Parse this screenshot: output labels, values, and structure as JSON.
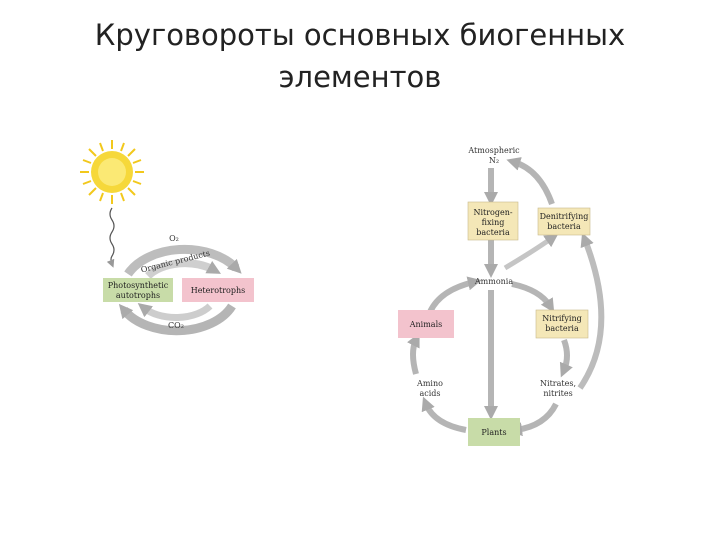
{
  "slide": {
    "title_line1": "Круговороты основных биогенных",
    "title_line2": "элементов"
  },
  "carbon_cycle": {
    "o2": "O₂",
    "organic_products": "Organic products",
    "co2": "CO₂",
    "photosynthetic_line1": "Photosynthetic",
    "photosynthetic_line2": "autotrophs",
    "heterotrophs": "Heterotrophs",
    "colors": {
      "autotroph_box": "#c8dca8",
      "heterotroph_box": "#f3c3cd",
      "arrow": "#b9b9b9",
      "sun": "#f6d83a"
    }
  },
  "nitrogen_cycle": {
    "atmospheric_line1": "Atmospheric",
    "atmospheric_line2": "N₂",
    "fixing_line1": "Nitrogen-",
    "fixing_line2": "fixing",
    "fixing_line3": "bacteria",
    "denitrifying_line1": "Denitrifying",
    "denitrifying_line2": "bacteria",
    "ammonia": "Ammonia",
    "animals": "Animals",
    "nitrifying_line1": "Nitrifying",
    "nitrifying_line2": "bacteria",
    "amino_line1": "Amino",
    "amino_line2": "acids",
    "nitrates_line1": "Nitrates,",
    "nitrates_line2": "nitrites",
    "plants": "Plants",
    "colors": {
      "bacteria_box": "#f4e7b7",
      "animals_box": "#f3c3cd",
      "plants_box": "#c8dca8",
      "arrow": "#b5b5b5"
    }
  }
}
